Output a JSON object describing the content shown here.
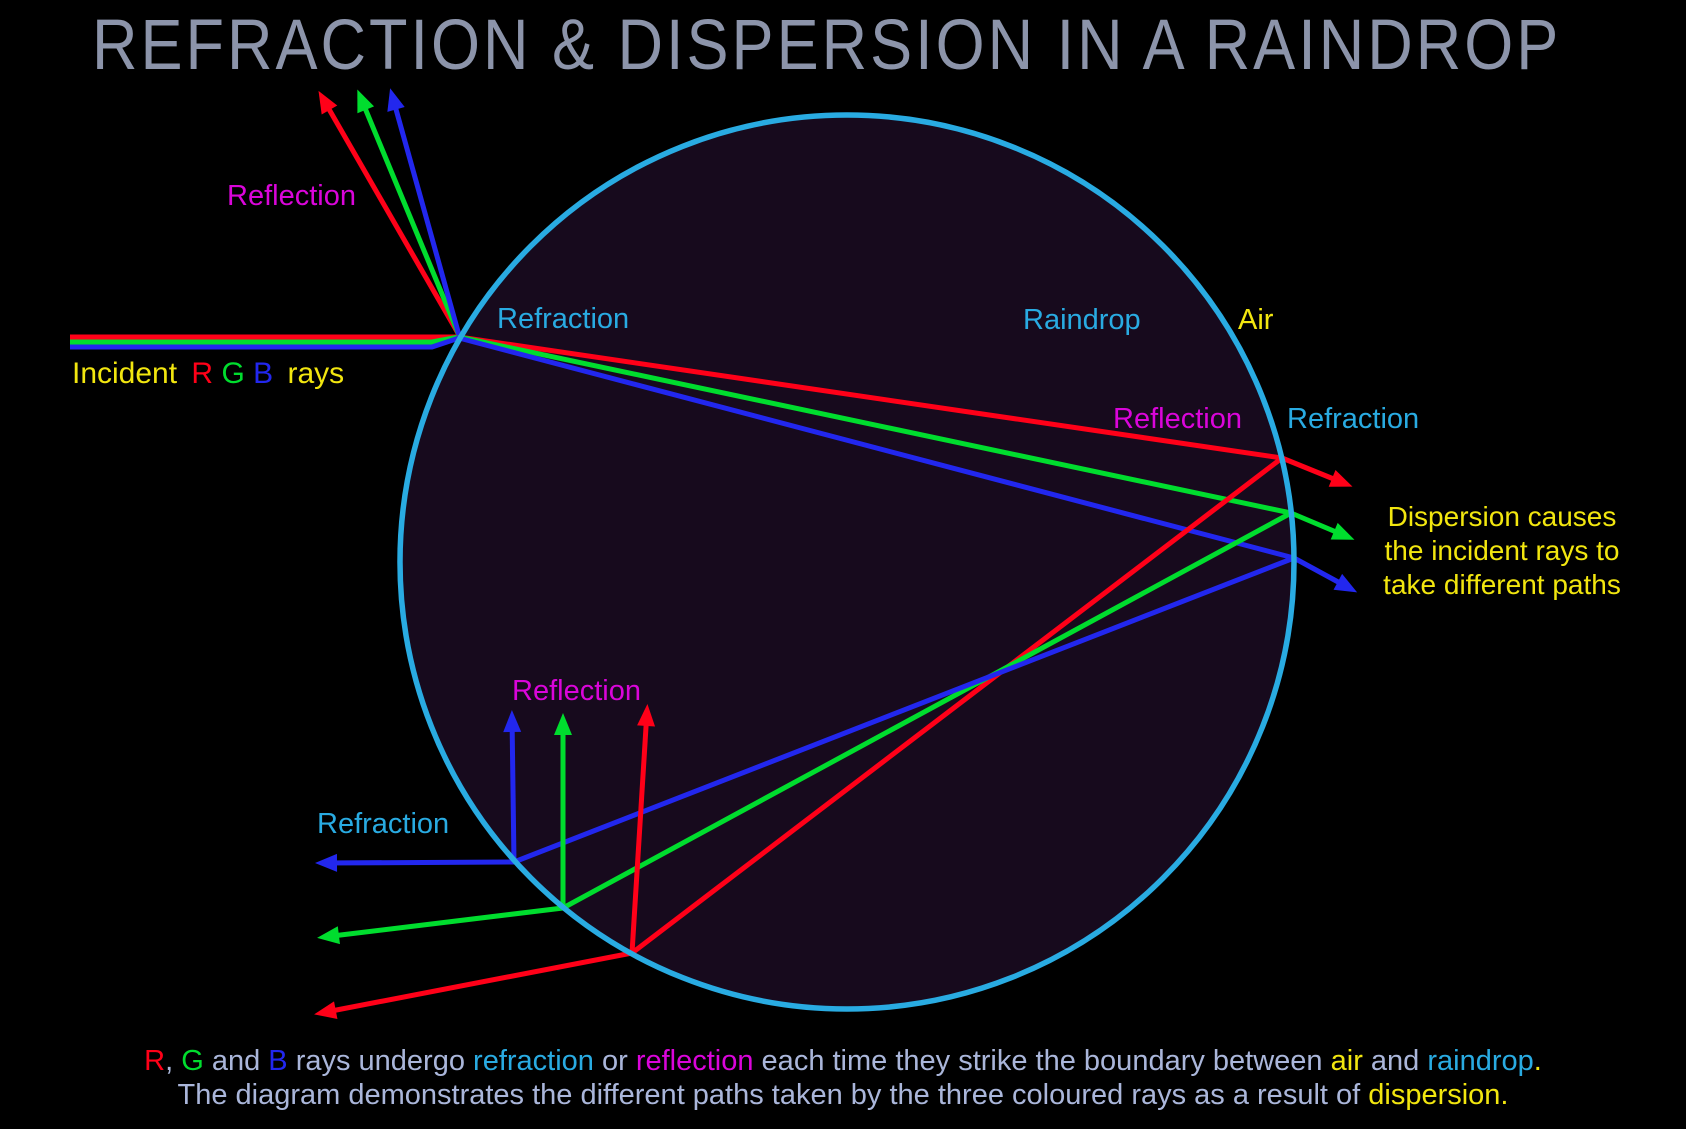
{
  "title": "REFRACTION & DISPERSION IN A RAINDROP",
  "colors": {
    "background": "#000000",
    "title": "#8c94aa",
    "body": "#aab6da",
    "red": "#ff0018",
    "green": "#00dd2e",
    "blue": "#2227ee",
    "labelblue": "#29abe2",
    "magenta": "#da05da",
    "yellow": "#f2e60f",
    "circle": "#29abe2",
    "drop_fill": "#170a1d"
  },
  "labels": {
    "reflection_top": "Reflection",
    "refraction_entry": "Refraction",
    "raindrop": "Raindrop",
    "air": "Air",
    "reflection_right": "Reflection",
    "refraction_right": "Refraction",
    "reflection_bottom": "Reflection",
    "refraction_bottom": "Refraction"
  },
  "incident": {
    "parts": [
      {
        "t": "Incident",
        "c": "yellow"
      },
      {
        "t": "R",
        "c": "red"
      },
      {
        "t": "G",
        "c": "green"
      },
      {
        "t": "B",
        "c": "blue"
      },
      {
        "t": "rays",
        "c": "yellow"
      }
    ]
  },
  "dispersion_note": {
    "line1": "Dispersion causes",
    "line2": "the incident rays to",
    "line3": "take different paths"
  },
  "caption": {
    "line1": [
      {
        "t": "R",
        "c": "red"
      },
      {
        "t": ", ",
        "c": "body"
      },
      {
        "t": "G",
        "c": "green"
      },
      {
        "t": " and ",
        "c": "body"
      },
      {
        "t": "B",
        "c": "blue"
      },
      {
        "t": " rays undergo ",
        "c": "body"
      },
      {
        "t": "refraction",
        "c": "labelblue"
      },
      {
        "t": " or ",
        "c": "body"
      },
      {
        "t": "reflection",
        "c": "magenta"
      },
      {
        "t": " each time they strike the boundary between ",
        "c": "body"
      },
      {
        "t": "air",
        "c": "yellow"
      },
      {
        "t": " and ",
        "c": "body"
      },
      {
        "t": "raindrop",
        "c": "labelblue"
      },
      {
        "t": ".",
        "c": "yellow"
      }
    ],
    "line2": [
      {
        "t": "The diagram demonstrates the different paths taken by the three coloured rays as a result of ",
        "c": "body"
      },
      {
        "t": "dispersion.",
        "c": "yellow"
      }
    ]
  }
}
